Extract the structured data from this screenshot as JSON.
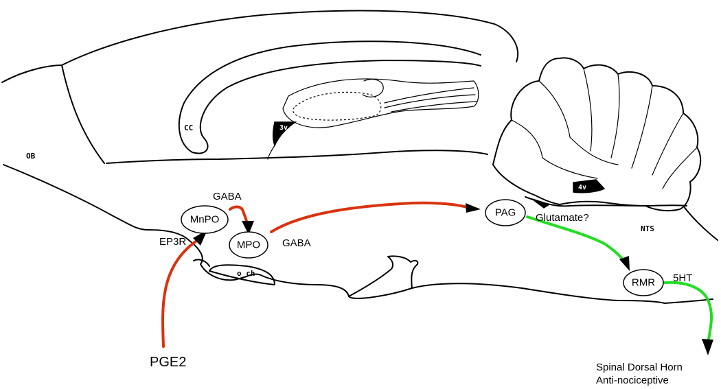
{
  "regions": {
    "ob": "OB",
    "cc": "CC",
    "third_ventricle": "3v",
    "fourth_ventricle": "4v",
    "nts": "NTS",
    "och": "o ch"
  },
  "nodes": {
    "mnpo": "MnPO",
    "mpo": "MPO",
    "pag": "PAG",
    "rmr": "RMR"
  },
  "labels": {
    "gaba_top": "GABA",
    "gaba_mpo": "GABA",
    "ep3r": "EP3R",
    "glutamate": "Glutamate?",
    "serotonin": "5HT",
    "pge2": "PGE2",
    "spinal_line1": "Spinal Dorsal Horn",
    "spinal_line2": "Anti-nociceptive"
  },
  "colors": {
    "pathway_red": "#d9330f",
    "pathway_green": "#22dd22",
    "outline": "#000000"
  }
}
